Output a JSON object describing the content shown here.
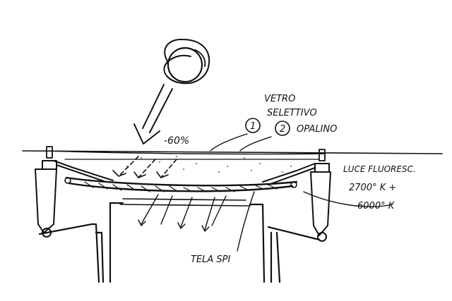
{
  "labels": {
    "percent": "-60%",
    "vetro_line1": "VETRO",
    "vetro_line2": "SELETTIVO",
    "marker1": "1",
    "marker2": "2",
    "opalino": "OPALINO",
    "luce_line1": "LUCE FLUORESC.",
    "luce_line2": "2700° K +",
    "luce_line3": "6000° K",
    "tela": "TELA SPI"
  }
}
